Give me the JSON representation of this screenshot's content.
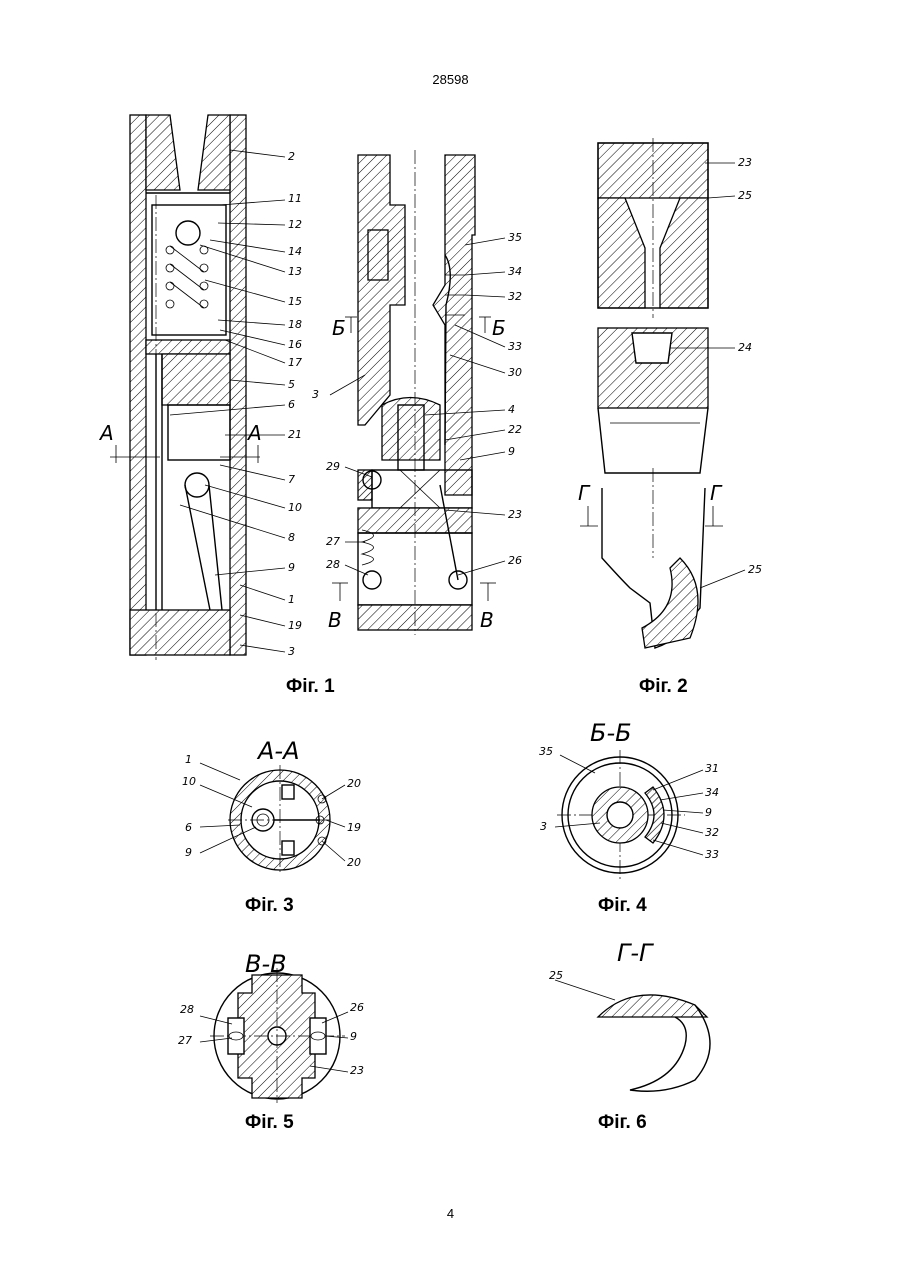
{
  "page": {
    "header": "28598",
    "page_number": "4"
  },
  "figures": {
    "fig1": {
      "caption": "Фіг. 1",
      "labels": [
        "2",
        "11",
        "12",
        "14",
        "13",
        "15",
        "18",
        "16",
        "17",
        "5",
        "6",
        "21",
        "7",
        "10",
        "8",
        "9",
        "1",
        "19",
        "3",
        "35",
        "34",
        "32",
        "33",
        "30",
        "4",
        "22",
        "9",
        "23",
        "26",
        "27",
        "28",
        "29",
        "3"
      ],
      "section_marks": [
        "A",
        "A",
        "Б",
        "Б",
        "В",
        "В"
      ]
    },
    "fig2": {
      "caption": "Фіг. 2",
      "labels": [
        "23",
        "25",
        "24",
        "25"
      ],
      "section_marks": [
        "Г",
        "Г"
      ]
    },
    "fig3": {
      "caption": "Фіг. 3",
      "title": "А-А",
      "labels": [
        "1",
        "10",
        "6",
        "9",
        "20",
        "19",
        "20"
      ]
    },
    "fig4": {
      "caption": "Фіг. 4",
      "title": "Б-Б",
      "labels": [
        "35",
        "31",
        "34",
        "9",
        "32",
        "33",
        "3"
      ]
    },
    "fig5": {
      "caption": "Фіг. 5",
      "title": "В-В",
      "labels": [
        "28",
        "27",
        "26",
        "9",
        "23"
      ]
    },
    "fig6": {
      "caption": "Фіг. 6",
      "title": "Г-Г",
      "labels": [
        "25"
      ]
    }
  }
}
